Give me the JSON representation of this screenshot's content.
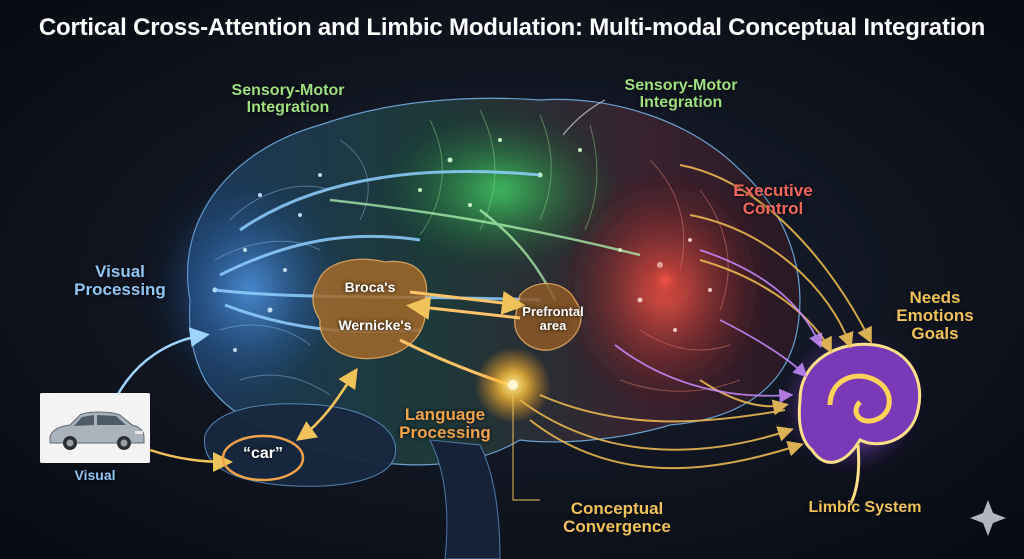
{
  "title": "Cortical Cross-Attention and Limbic Modulation: Multi-modal Conceptual Integration",
  "labels": {
    "sensory_motor_left": [
      "Sensory-Motor",
      "Integration"
    ],
    "sensory_motor_right": [
      "Sensory-Motor",
      "Integration"
    ],
    "visual_processing": [
      "Visual",
      "Processing"
    ],
    "executive_control": [
      "Executive",
      "Control"
    ],
    "brocas": "Broca's",
    "wernickes": "Wernicke's",
    "prefrontal": [
      "Prefrontal",
      "area"
    ],
    "language_processing": [
      "Language",
      "Processing"
    ],
    "needs": [
      "Needs",
      "Emotions",
      "Goals"
    ],
    "car_word": "“car”",
    "visual_caption": "Visual",
    "conceptual_convergence": [
      "Conceptual",
      "Convergence"
    ],
    "limbic_system": "Limbic System"
  },
  "colors": {
    "visual": "#8fc6f2",
    "sensory_motor": "#9fe07f",
    "executive": "#f2675c",
    "language": "#f0a24a",
    "convergence": "#f0c25a",
    "limbic": "#c86bff",
    "background": "#0b0f17"
  },
  "icons": {
    "car_photo": "car-photo",
    "sparkle": "sparkle-icon"
  }
}
